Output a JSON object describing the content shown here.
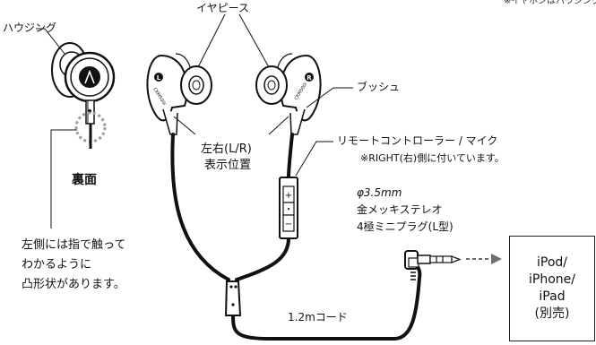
{
  "header": {
    "note_cut": "※イヤホンはハウジング"
  },
  "labels": {
    "housing": "ハウジング",
    "eartip": "イヤピース",
    "push": "ブッシュ",
    "lr_line1": "左右(L/R)",
    "lr_line2": "表示位置",
    "back": "裏面",
    "remote": "リモートコントローラー / マイク",
    "right_note": "※RIGHT(右)側に付いています。",
    "plug_line1": "φ3.5mm",
    "plug_line2": "金メッキステレオ",
    "plug_line3": "4極ミニプラグ(L型)",
    "left_note_line1": "左側には指で触って",
    "left_note_line2": "わかるように",
    "left_note_line3": "凸形状があります。",
    "cord": "1.2mコード"
  },
  "earphone_marks": {
    "left": "L",
    "right": "R",
    "model": "CKM500i"
  },
  "remote_buttons": [
    "+",
    "・",
    "−"
  ],
  "device_box": [
    "iPod/",
    "iPhone/",
    "iPad",
    "(別売)"
  ],
  "colors": {
    "line": "#111111",
    "dotted_circle": "#9a9a9a",
    "arrow": "#6e6e6e"
  }
}
